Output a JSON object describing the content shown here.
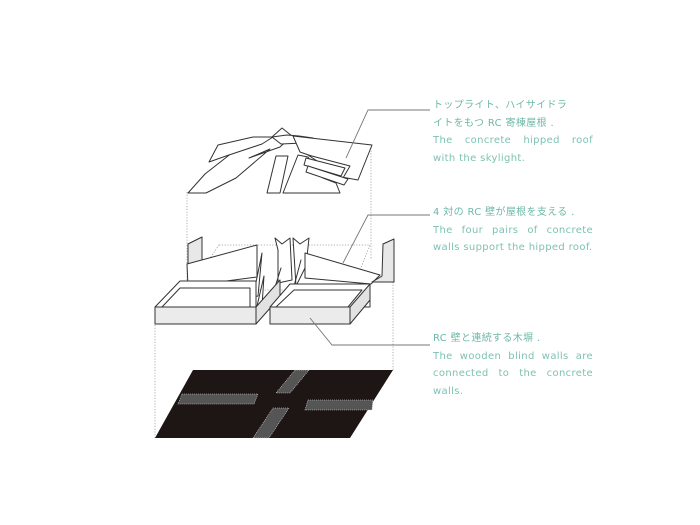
{
  "diagram": {
    "type": "exploded-axonometric",
    "layers": [
      {
        "id": "roof",
        "label": "concrete hipped roof with skylight"
      },
      {
        "id": "walls",
        "label": "four pairs of concrete walls"
      },
      {
        "id": "blinds",
        "label": "wooden blind walls"
      },
      {
        "id": "floor",
        "label": "floor plan (black slab with cross-shaped gray paths)"
      }
    ],
    "colors": {
      "annotation_text": "#6fb8a8",
      "leader_line": "#777777",
      "outline": "#333333",
      "wall_face": "#e6e6e6",
      "floor_slab": "#1e1515",
      "floor_path": "#555555"
    }
  },
  "annotations": [
    {
      "id": "roof",
      "jp_line1": "トップライト、ハイサイドラ",
      "jp_line2": "イトをもつ RC 寄棟屋根 .",
      "en": "The concrete hipped roof with the skylight."
    },
    {
      "id": "walls",
      "jp_line1": "4 対の RC 壁が屋根を支える .",
      "en": "The four pairs of concrete walls support the hipped roof."
    },
    {
      "id": "blinds",
      "jp_line1": "RC 壁と連続する木塀 .",
      "en": "The wooden blind walls are connected to the concrete walls."
    }
  ]
}
